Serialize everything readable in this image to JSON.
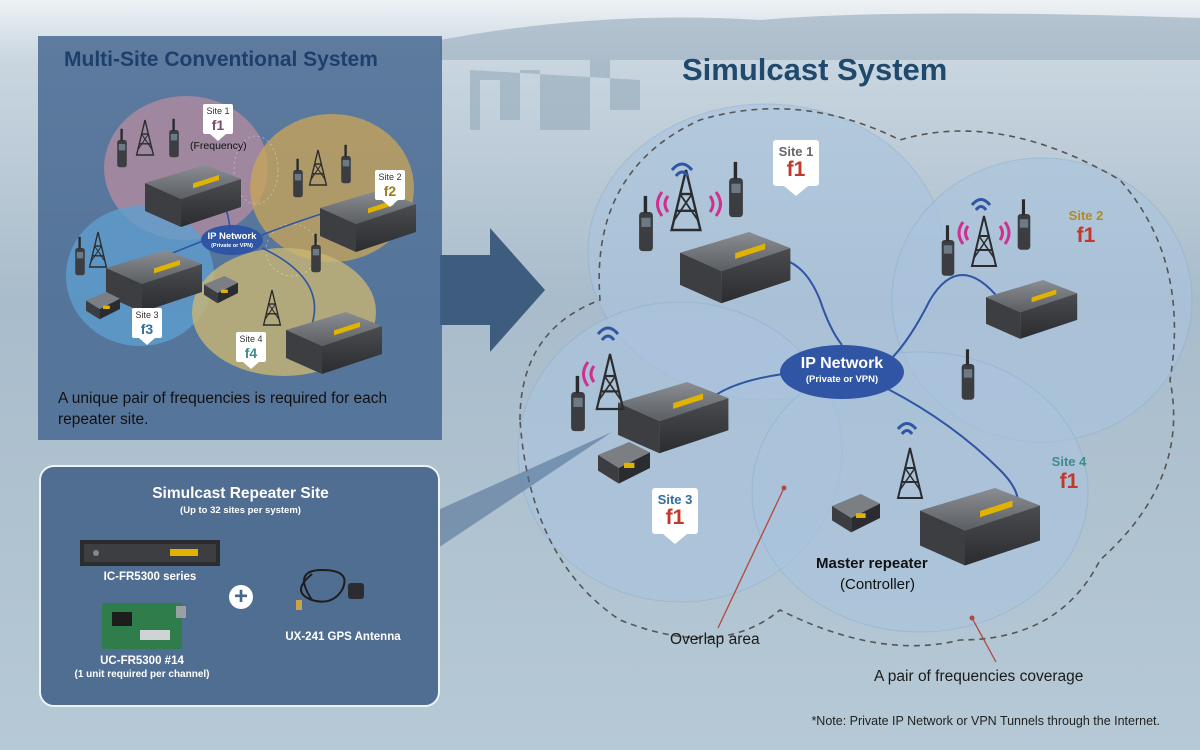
{
  "left_panel": {
    "title": "Multi-Site Conventional System",
    "description": "A unique pair of frequencies is required for each repeater site.",
    "sites": [
      {
        "name": "Site 1",
        "freq": "f1",
        "note": "(Frequency)"
      },
      {
        "name": "Site 2",
        "freq": "f2"
      },
      {
        "name": "Site 3",
        "freq": "f3"
      },
      {
        "name": "Site 4",
        "freq": "f4"
      }
    ],
    "network": {
      "label": "IP Network",
      "sub": "(Private or VPN)"
    }
  },
  "main": {
    "title": "Simulcast System",
    "sites": [
      {
        "name": "Site 1",
        "freq": "f1"
      },
      {
        "name": "Site 2",
        "freq": "f1"
      },
      {
        "name": "Site 3",
        "freq": "f1"
      },
      {
        "name": "Site 4",
        "freq": "f1"
      }
    ],
    "network": {
      "label": "IP Network",
      "sub": "(Private or VPN)"
    },
    "master_label": "Master repeater",
    "master_sub": "(Controller)",
    "overlap_label": "Overlap area",
    "coverage_label": "A pair of frequencies coverage"
  },
  "repeater_panel": {
    "title": "Simulcast Repeater Site",
    "subtitle": "(Up to 32 sites per system)",
    "repeater_label": "IC-FR5300 series",
    "board_label": "UC-FR5300 #14",
    "board_sub": "(1 unit required per channel)",
    "plus": "+",
    "gps_label": "UX-241 GPS Antenna"
  },
  "note": "*Note: Private IP Network or VPN Tunnels through the Internet.",
  "colors": {
    "panel": "#3e608c",
    "site_red": "#c0392b",
    "site_gold": "#b08a2a",
    "site_teal": "#3e8c8a",
    "network_blue": "#2f55a4",
    "radio_wave": "#d12f8f"
  }
}
